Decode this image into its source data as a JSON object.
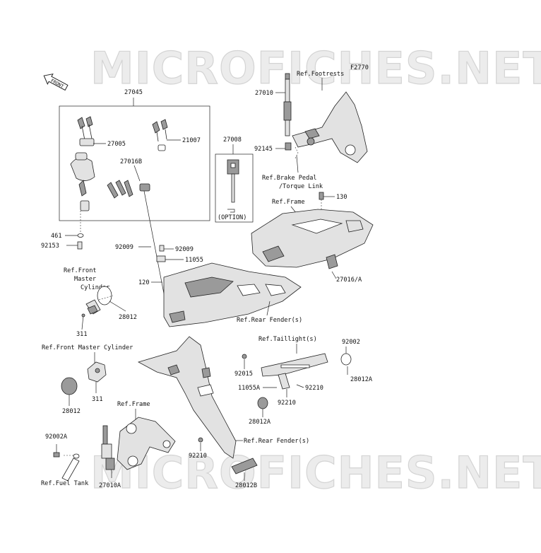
{
  "watermark": "MICROFICHES.NET",
  "fig_id": "F2770",
  "front_label": "FRONT",
  "option_label": "(OPTION)",
  "labels": {
    "p27045": "27045",
    "p27005": "27005",
    "p21007": "21007",
    "p27016b": "27016B",
    "p461": "461",
    "p92153": "92153",
    "p92009a": "92009",
    "p92009b": "92009",
    "p11055": "11055",
    "p120": "120",
    "p28012a": "28012",
    "p311a": "311",
    "p27008": "27008",
    "p27010": "27010",
    "p92145": "92145",
    "p130": "130",
    "p27016a": "27016/A",
    "p92002": "92002",
    "p92015": "92015",
    "p11055a": "11055A",
    "p92210a": "92210",
    "p92210b": "92210",
    "p28012a2": "28012A",
    "p28012a3": "28012A",
    "p311b": "311",
    "p28012b": "28012",
    "p92002a": "92002A",
    "p92210c": "92210",
    "p27010a": "27010A",
    "p28012bb": "28012B"
  },
  "refs": {
    "footrests": "Ref.Footrests",
    "brake_1": "Ref.Brake Pedal",
    "brake_2": "/Torque Link",
    "frame_top": "Ref.Frame",
    "front_master_1": "Ref.Front",
    "front_master_2": "Master",
    "front_master_3": "Cylinder",
    "rear_fender_1": "Ref.Rear Fender(s)",
    "front_master_full": "Ref.Front Master Cylinder",
    "taillight": "Ref.Taillight(s)",
    "frame_bottom": "Ref.Frame",
    "rear_fender_2": "Ref.Rear Fender(s)",
    "fuel_tank": "Ref.Fuel Tank"
  }
}
